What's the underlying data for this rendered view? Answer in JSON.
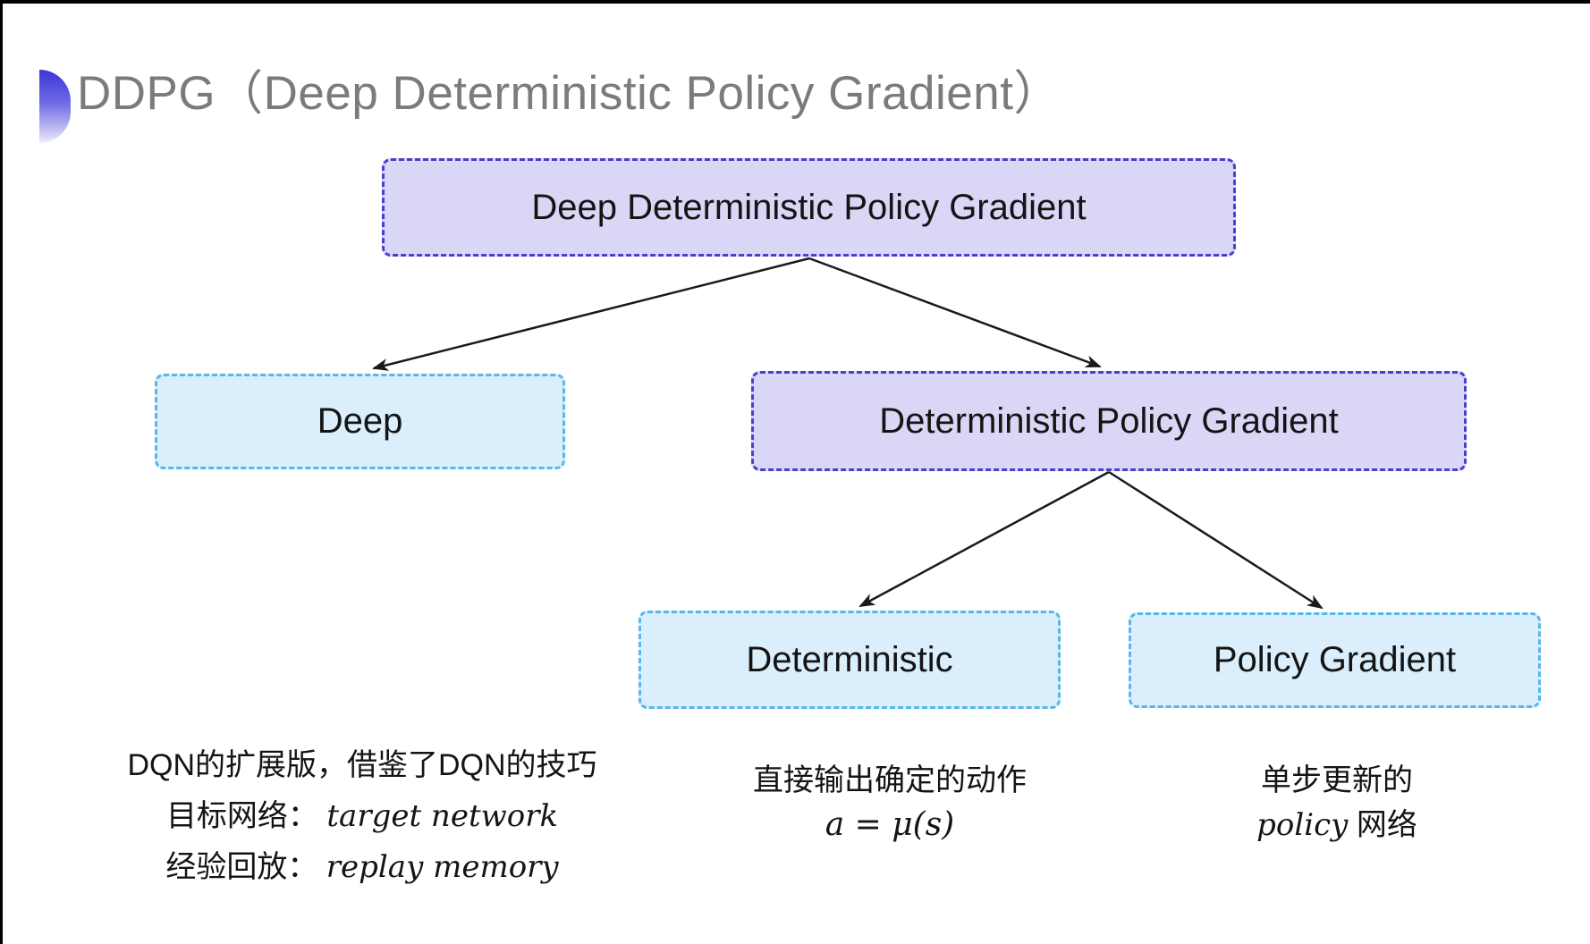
{
  "page": {
    "title": "DDPG（Deep Deterministic Policy Gradient）"
  },
  "icons": {
    "title_bullet": "half-circle-gradient"
  },
  "colors": {
    "purple_node_fill": "#d9d6f6",
    "purple_node_border": "#4541cd",
    "cyan_node_fill": "#daeffb",
    "cyan_node_border": "#58b7e7",
    "title_text": "#7b7b7b",
    "body_text": "#141414",
    "icon_gradient_top": "#3b36d6",
    "icon_gradient_bottom": "#efeffc",
    "arrow": "#1a1a1a"
  },
  "diagram": {
    "root": {
      "label": "Deep Deterministic Policy Gradient"
    },
    "deep": {
      "label": "Deep"
    },
    "dpg": {
      "label": "Deterministic Policy Gradient"
    },
    "deterministic": {
      "label": "Deterministic"
    },
    "policy_gradient": {
      "label": "Policy Gradient"
    }
  },
  "notes": {
    "deep": {
      "line1": "DQN的扩展版，借鉴了DQN的技巧",
      "line2_label": "目标网络：",
      "line2_term": "target network",
      "line3_label": "经验回放：",
      "line3_term": "replay memory"
    },
    "deterministic": {
      "line1": "直接输出确定的动作",
      "formula": "a = μ(s)"
    },
    "policy_gradient": {
      "line1": "单步更新的",
      "term": "policy",
      "suffix": " 网络"
    }
  }
}
